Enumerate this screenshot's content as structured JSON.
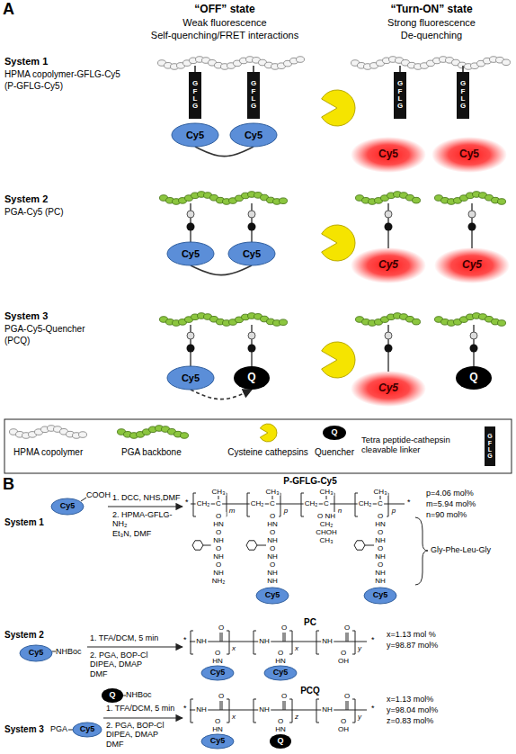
{
  "diagram": {
    "nodes": [
      {
        "text": [
          "G F L G"
        ]
      },
      {
        "text": [
          "Cy5"
        ]
      },
      {
        "text": [
          "G F L G"
        ]
      },
      {
        "text": [
          "Cy5"
        ]
      },
      {
        "text": [
          "G F L G"
        ]
      },
      {
        "text": [
          "G F L G"
        ]
      },
      {
        "text": [
          "Cy5"
        ]
      },
      {
        "text": [
          "Cy5"
        ]
      },
      {
        "text": [
          "Cy5"
        ]
      },
      {
        "text": [
          "Cy5"
        ]
      },
      {
        "text": [
          "Cy5"
        ]
      },
      {
        "text": [
          "Cy5"
        ]
      },
      {
        "text": [
          "Cy5"
        ]
      },
      {
        "text": [
          "Q"
        ]
      },
      {
        "text": [
          "Cy5"
        ]
      },
      {
        "text": [
          "Q"
        ]
      },
      {
        "text": [
          "Q"
        ]
      },
      {
        "text": [
          "G F L G"
        ]
      },
      {
        "text": [
          "Cy5"
        ]
      },
      {
        "text": [
          "Cy5"
        ]
      },
      {
        "text": [
          "Cy5"
        ]
      },
      {
        "text": [
          "Cy5"
        ]
      },
      {
        "text": [
          "Cy5"
        ]
      },
      {
        "text": [
          "Cy5"
        ]
      },
      {
        "text": [
          "Cy5"
        ]
      },
      {
        "text": [
          "Q"
        ]
      },
      {
        "text": [
          "Cy5"
        ]
      },
      {
        "text": [
          "Q"
        ]
      }
    ],
    "edges": [
      {
        "from": 1,
        "to": 3,
        "arrow": "none"
      },
      {
        "from": 8,
        "to": 9,
        "arrow": "none"
      },
      {
        "from": 12,
        "to": 13,
        "arrow": "to"
      }
    ],
    "labels": [
      "A",
      "“OFF” state",
      "Weak fluorescence",
      "Self-quenching/FRET interactions",
      "“Turn-ON” state",
      "Strong fluorescence",
      "De-quenching",
      "System 1",
      "HPMA copolymer-GFLG-Cy5",
      "(P-GFLG-Cy5)",
      "System 2",
      "PGA-Cy5 (PC)",
      "System 3",
      "PGA-Cy5-Quencher",
      "(PCQ)",
      "B",
      "System 1",
      "COOH",
      "1. DCC, NHS,DMF",
      "2. HPMA-GFLG- NH₂",
      "Et₃N, DMF",
      "P-GFLG-Cy5",
      "*",
      "CH₃",
      "CH₂",
      "C",
      "m",
      "CH₃",
      "CH₂",
      "C",
      "p",
      "CH₃",
      "CH₂",
      "C",
      "n",
      "CH₃",
      "CH₂",
      "C",
      "p",
      "*",
      "O HN O NH O NH O NH NH₂",
      "O HN O NH O NH O NH NH",
      "O NH CH₂ CHOH CH₃",
      "O HN O NH O NH O NH NH",
      "p=4.06 mol%",
      "m=5.94 mol%",
      "n=90 mol%",
      "Gly-Phe-Leu-Gly",
      "System 2",
      "NHBoc",
      "1. TFA/DCM, 5 min",
      "2. PGA, BOP-Cl DIPEA, DMAP DMF",
      "PC",
      "*",
      "NH",
      "O",
      "x",
      "NH",
      "O",
      "x",
      "NH",
      "O",
      "y",
      "*",
      "O HN",
      "O HN",
      "O OH",
      "x=1.13 mol %",
      "y=98.87 mol%",
      "System 3",
      "PGA",
      "NHBoc",
      "1. TFA/DCM, 5 min",
      "2. PGA, BOP-Cl DIPEA, DMAP DMF",
      "PCQ",
      "*",
      "NH",
      "O",
      "x",
      "NH",
      "O",
      "z",
      "NH",
      "O",
      "y",
      "*",
      "O HN",
      "O HN",
      "O OH",
      "x=1.13 mol%",
      "y=98.04 mol%",
      "z=0.83 mol%"
    ],
    "legend": [
      {
        "text": "HPMA copolymer"
      },
      {
        "text": "PGA backbone"
      },
      {
        "text": "Cysteine cathepsins"
      },
      {
        "text": "Quencher"
      },
      {
        "text": "Tetra peptide-cathepsin cleavable linker"
      }
    ]
  }
}
